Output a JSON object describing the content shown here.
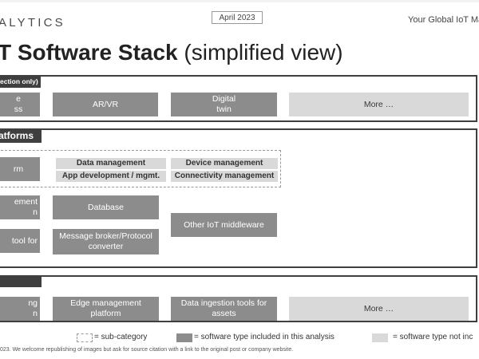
{
  "header": {
    "brand": "ALYTICS",
    "date_badge": "April 2023",
    "tagline": "Your Global IoT Ma"
  },
  "title": {
    "bold": "T Software Stack",
    "rest": " (simplified view)"
  },
  "sections": {
    "top": {
      "tab": "ection only)",
      "boxes": [
        "e\nss",
        "AR/VR",
        "Digital\ntwin",
        "More …"
      ]
    },
    "platforms": {
      "tab": "atforms",
      "left_box": "rm",
      "subcategory_chips": [
        "Data management",
        "Device management",
        "App development / mgmt.",
        "Connectivity management"
      ],
      "row2": [
        "ement\nn",
        "Database",
        "Other IoT middleware"
      ],
      "row3": [
        "tool for",
        "Message broker/Protocol\nconverter"
      ]
    },
    "edge": {
      "tab": "",
      "boxes": [
        "ng\nn",
        "Edge management\nplatform",
        "Data ingestion tools for\nassets",
        "More …"
      ]
    }
  },
  "legend": {
    "subcategory": "= sub-category",
    "included": "= software type included in this analysis",
    "not_included": "= software type not inc"
  },
  "footer": "023. We welcome republishing of images but ask for source citation with a link to the original post or company website.",
  "colors": {
    "dark_frame": "#3f3f3f",
    "included_box": "#8c8c8c",
    "not_included_box": "#d9d9d9"
  }
}
